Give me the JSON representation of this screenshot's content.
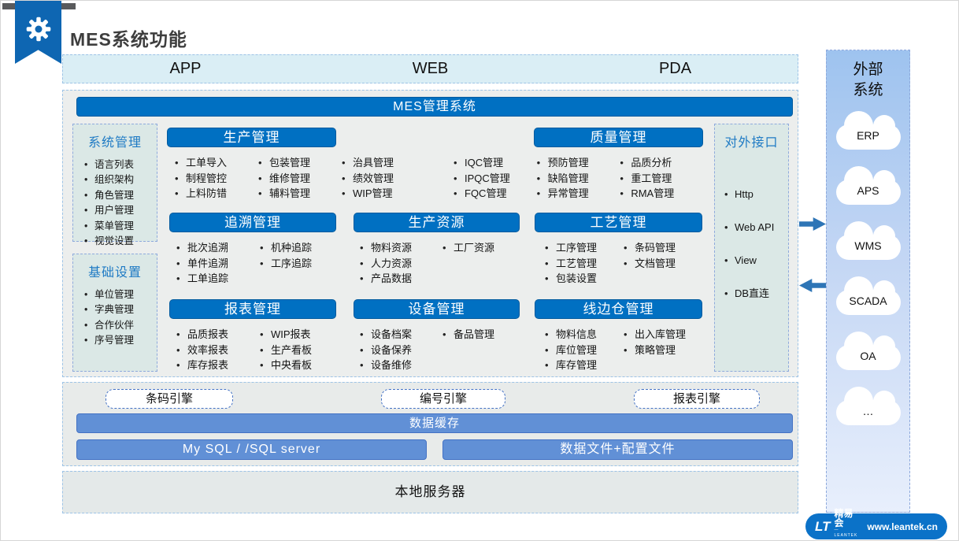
{
  "title": "MES系统功能",
  "platform_bar": {
    "items": [
      "APP",
      "WEB",
      "PDA"
    ]
  },
  "mes_header": "MES管理系统",
  "left_panels": [
    {
      "title": "系统管理",
      "items": [
        "语言列表",
        "组织架构",
        "角色管理",
        "用户管理",
        "菜单管理",
        "视觉设置"
      ]
    },
    {
      "title": "基础设置",
      "items": [
        "单位管理",
        "字典管理",
        "合作伙伴",
        "序号管理"
      ]
    }
  ],
  "modules": [
    {
      "title": "生产管理",
      "columns": [
        [
          "工单导入",
          "制程管控",
          "上料防错"
        ],
        [
          "包装管理",
          "维修管理",
          "辅料管理"
        ],
        [
          "治具管理",
          "绩效管理",
          "WIP管理"
        ]
      ]
    },
    {
      "title": "质量管理",
      "columns": [
        [
          "IQC管理",
          "IPQC管理",
          "FQC管理"
        ],
        [
          "预防管理",
          "缺陷管理",
          "异常管理"
        ],
        [
          "品质分析",
          "重工管理",
          "RMA管理"
        ]
      ]
    },
    {
      "title": "追溯管理",
      "columns": [
        [
          "批次追溯",
          "单件追溯",
          "工单追踪"
        ],
        [
          "机种追踪",
          "工序追踪"
        ]
      ]
    },
    {
      "title": "生产资源",
      "columns": [
        [
          "物料资源",
          "人力资源",
          "产品数据"
        ],
        [
          "工厂资源"
        ]
      ]
    },
    {
      "title": "工艺管理",
      "columns": [
        [
          "工序管理",
          "工艺管理",
          "包装设置"
        ],
        [
          "条码管理",
          "文档管理"
        ]
      ]
    },
    {
      "title": "报表管理",
      "columns": [
        [
          "品质报表",
          "效率报表",
          "库存报表"
        ],
        [
          "WIP报表",
          "生产看板",
          "中央看板"
        ]
      ]
    },
    {
      "title": "设备管理",
      "columns": [
        [
          "设备档案",
          "设备保养",
          "设备维修"
        ],
        [
          "备品管理"
        ]
      ]
    },
    {
      "title": "线边仓管理",
      "columns": [
        [
          "物料信息",
          "库位管理",
          "库存管理"
        ],
        [
          "出入库管理",
          "策略管理"
        ]
      ]
    }
  ],
  "interface_panel": {
    "title": "对外接口",
    "items": [
      "Http",
      "Web API",
      "View",
      "DB直连"
    ]
  },
  "engines": [
    "条码引擎",
    "编号引擎",
    "报表引擎"
  ],
  "cache_bar": "数据缓存",
  "storage_bars": [
    "My SQL / /SQL server",
    "数据文件+配置文件"
  ],
  "local_server": "本地服务器",
  "external": {
    "title": "外部系统",
    "systems": [
      "ERP",
      "APS",
      "WMS",
      "SCADA",
      "OA",
      "…"
    ]
  },
  "footer": {
    "logo": "LT",
    "brand": "精易会",
    "brand_sub": "— LEANTEK —",
    "url": "www.leantek.cn"
  },
  "colors": {
    "primary_blue": "#0070C2",
    "medium_blue": "#6190D6",
    "ribbon_blue": "#0E66B2",
    "platform_bar_bg": "#DAEEF5",
    "panel_teal": "#DBE8E6",
    "main_gray": "#ECEEED",
    "arrow_blue": "#2E75B6",
    "brand_blue": "#0B72C8"
  }
}
